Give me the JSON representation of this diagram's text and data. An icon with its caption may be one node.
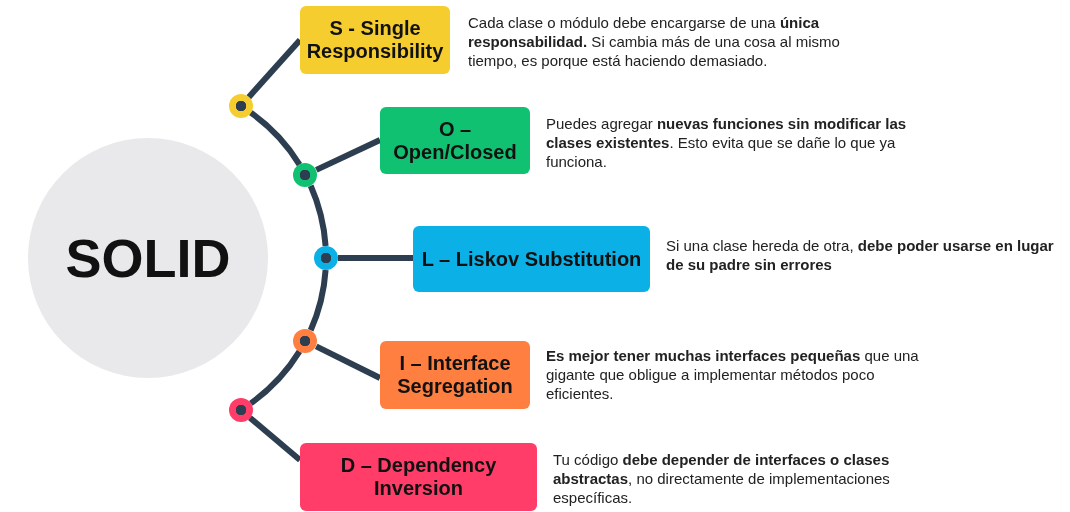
{
  "diagram": {
    "nodes": [
      {
        "text": [
          "SOLID"
        ]
      },
      {
        "text": [
          "S - Single Responsibility"
        ],
        "beside": [
          "Cada clase o módulo debe encargarse de una **única responsabilidad.** Si cambia más de una cosa al mismo tiempo, es porque está haciendo demasiado."
        ]
      },
      {
        "text": [
          "O – Open/Closed"
        ],
        "beside": [
          "Puedes agregar **nuevas funciones sin modificar las clases existentes**. Esto evita que se dañe lo que ya funciona."
        ]
      },
      {
        "text": [
          "L – Liskov Substitution"
        ],
        "beside": [
          "Si una clase hereda de otra, **debe poder usarse en lugar de su padre sin errores**"
        ]
      },
      {
        "text": [
          "I – Interface Segregation"
        ],
        "beside": [
          "**Es mejor tener muchas interfaces pequeñas** que una gigante que obligue a implementar métodos poco eficientes."
        ]
      },
      {
        "text": [
          "D – Dependency Inversion"
        ],
        "beside": [
          "Tu código **debe depender de interfaces o clases abstractas**, no directamente de implementaciones específicas."
        ]
      },
      {
        "text": [],
        "shape": "circle"
      },
      {
        "text": [],
        "shape": "circle"
      },
      {
        "text": [],
        "shape": "circle"
      },
      {
        "text": [],
        "shape": "circle"
      },
      {
        "text": [],
        "shape": "circle"
      }
    ],
    "edges": [
      {
        "from": 6,
        "to": 1,
        "arrow": "none"
      },
      {
        "from": 7,
        "to": 2,
        "arrow": "none"
      },
      {
        "from": 8,
        "to": 3,
        "arrow": "none"
      },
      {
        "from": 9,
        "to": 4,
        "arrow": "none"
      },
      {
        "from": 10,
        "to": 5,
        "arrow": "none"
      },
      {
        "from": 6,
        "to": 7,
        "arrow": "none"
      },
      {
        "from": 7,
        "to": 8,
        "arrow": "none"
      },
      {
        "from": 8,
        "to": 9,
        "arrow": "none"
      },
      {
        "from": 9,
        "to": 10,
        "arrow": "none"
      }
    ]
  }
}
